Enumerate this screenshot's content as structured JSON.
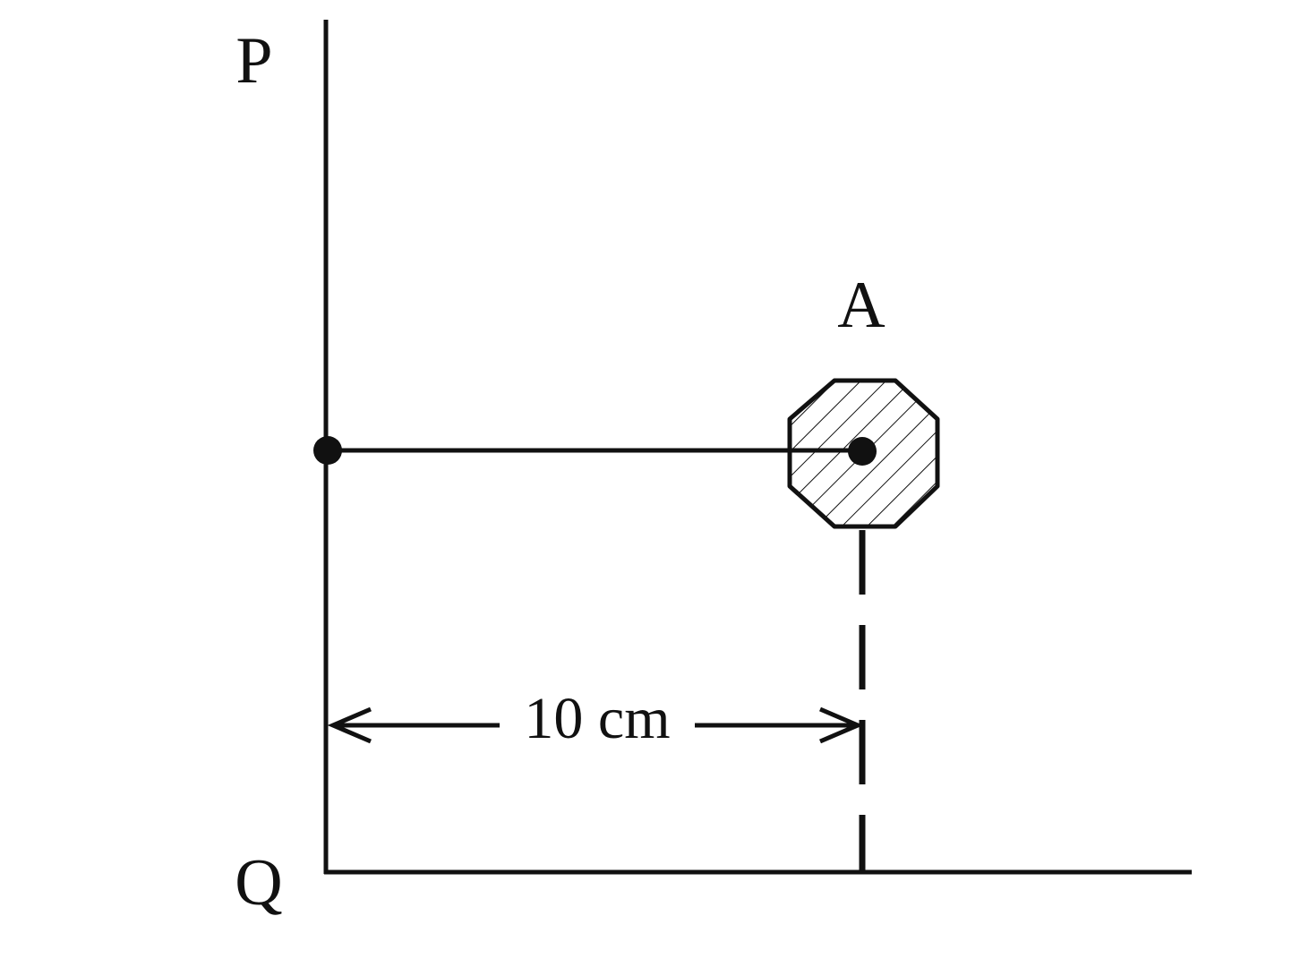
{
  "labels": {
    "top": "P",
    "bottom": "Q",
    "body": "A",
    "distance": "10 cm"
  },
  "colors": {
    "ink": "#111111",
    "background": "#ffffff"
  }
}
